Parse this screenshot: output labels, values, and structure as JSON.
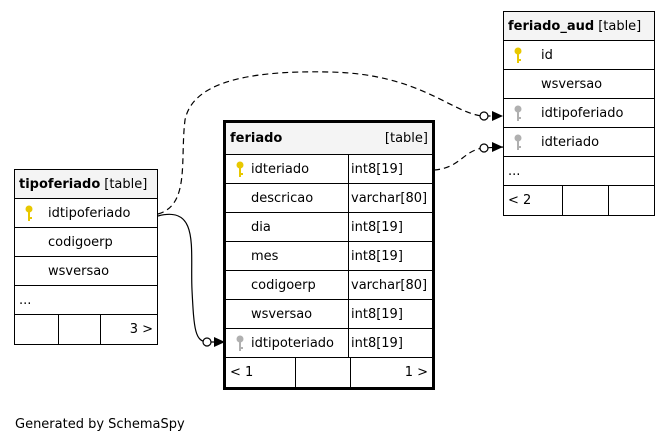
{
  "caption": "Generated by SchemaSpy",
  "tipoferiado": {
    "name": "tipoferiado",
    "kind": "[table]",
    "columns": [
      {
        "name": "idtipoferiado",
        "key": "primary"
      },
      {
        "name": "codigoerp",
        "key": "none"
      },
      {
        "name": "wsversao",
        "key": "none"
      }
    ],
    "more": "...",
    "footer": [
      "",
      "",
      "3 >"
    ]
  },
  "feriado": {
    "name": "feriado",
    "kind": "[table]",
    "columns": [
      {
        "name": "idteriado",
        "type": "int8[19]",
        "key": "primary"
      },
      {
        "name": "descricao",
        "type": "varchar[80]",
        "key": "none"
      },
      {
        "name": "dia",
        "type": "int8[19]",
        "key": "none"
      },
      {
        "name": "mes",
        "type": "int8[19]",
        "key": "none"
      },
      {
        "name": "codigoerp",
        "type": "varchar[80]",
        "key": "none"
      },
      {
        "name": "wsversao",
        "type": "int8[19]",
        "key": "none"
      },
      {
        "name": "idtipoteriado",
        "type": "int8[19]",
        "key": "foreign"
      }
    ],
    "footer": [
      "< 1",
      "",
      "1 >"
    ]
  },
  "feriado_aud": {
    "name": "feriado_aud",
    "kind": "[table]",
    "columns": [
      {
        "name": "id",
        "key": "primary"
      },
      {
        "name": "wsversao",
        "key": "none"
      },
      {
        "name": "idtipoferiado",
        "key": "foreign"
      },
      {
        "name": "idteriado",
        "key": "foreign"
      }
    ],
    "more": "...",
    "footer": [
      "< 2",
      "",
      ""
    ]
  },
  "colors": {
    "primary_key": "#e8c800",
    "foreign_key": "#b0b0b0",
    "header_bg": "#f4f4f4"
  }
}
